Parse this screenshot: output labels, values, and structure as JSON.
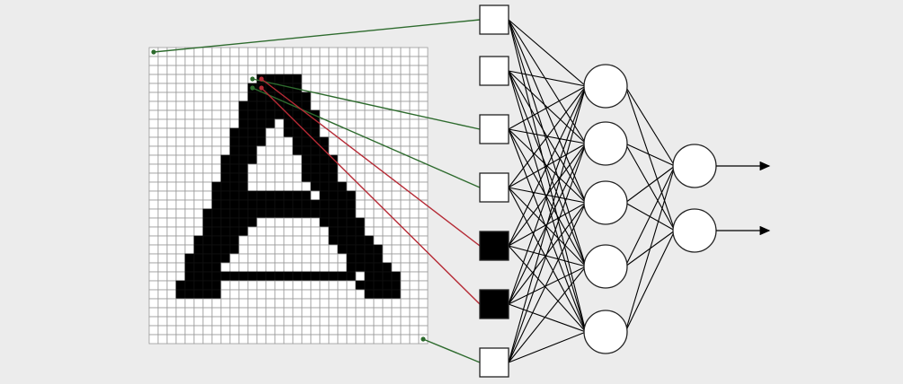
{
  "diagram": {
    "colors": {
      "background": "#ececec",
      "grid_line": "#9a9a9a",
      "pixel_on": "#000000",
      "pixel_off": "#ffffff",
      "connector_green": "#2e6b2e",
      "connector_red": "#b52a35",
      "network_line": "#000000",
      "node_fill": "#ffffff",
      "node_stroke": "#222222"
    },
    "pixel_grid": {
      "cols": 31,
      "rows": 33,
      "letter_rows": [
        "...............................",
        "...............................",
        "...............................",
        "............#####..............",
        "...........######..............",
        "...........#######.............",
        "..........########.............",
        "..........#########............",
        "..........####.####............",
        ".........####..####............",
        ".........####...####...........",
        ".........###....####...........",
        "........####.....####..........",
        "........###......####..........",
        "........###......####..........",
        ".......####.......####.........",
        ".......###########.####........",
        ".......################........",
        "......#################........",
        "......######.......#####.......",
        "......#####.........####.......",
        ".....#####..........#####......",
        ".....#####...........#####.....",
        "....#####.............####.....",
        "....####..............#####....",
        "....###################.####...",
        "...#####...............#####...",
        "...#####................####...",
        "...................................",
        "...............................",
        "...............................",
        "...............................",
        "..............................."
      ]
    },
    "input_nodes": [
      {
        "state": "off"
      },
      {
        "state": "off"
      },
      {
        "state": "off"
      },
      {
        "state": "off"
      },
      {
        "state": "on"
      },
      {
        "state": "on"
      },
      {
        "state": "off"
      }
    ],
    "connectors": [
      {
        "from_cell": [
          0,
          0
        ],
        "to_input": 0,
        "color": "green"
      },
      {
        "from_cell": [
          11,
          3
        ],
        "to_input": 2,
        "color": "green"
      },
      {
        "from_cell": [
          11,
          4
        ],
        "to_input": 3,
        "color": "green"
      },
      {
        "from_cell": [
          12,
          3
        ],
        "to_input": 4,
        "color": "red"
      },
      {
        "from_cell": [
          12,
          4
        ],
        "to_input": 5,
        "color": "red"
      },
      {
        "from_cell": [
          30,
          32
        ],
        "to_input": 6,
        "color": "green"
      }
    ],
    "hidden_layer_size": 5,
    "output_layer_size": 2,
    "outputs_have_arrows": true
  }
}
